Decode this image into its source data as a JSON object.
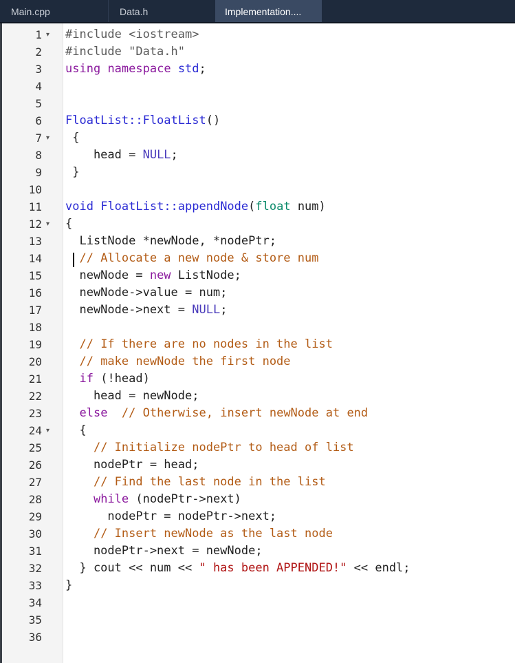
{
  "tabs": [
    {
      "label": "Main.cpp"
    },
    {
      "label": "Data.h"
    },
    {
      "label": "Implementation...."
    }
  ],
  "colors": {
    "tabbar_bg": "#1e2a3c",
    "active_tab_bg": "#3a4a63",
    "keyword": "#8b1a9e",
    "type": "#0a8a6a",
    "function": "#2a2ad4",
    "comment": "#b35c16",
    "string": "#b01414",
    "null_constant": "#4a3bbb"
  },
  "editor": {
    "fold_markers": [
      "▾",
      "▾",
      "▾",
      "▾"
    ],
    "lines": [
      {
        "num": "1",
        "segs": [
          {
            "t": "#include <iostream>",
            "c": "pp"
          }
        ]
      },
      {
        "num": "2",
        "segs": [
          {
            "t": "#include \"Data.h\"",
            "c": "pp"
          }
        ]
      },
      {
        "num": "3",
        "segs": [
          {
            "t": "using",
            "c": "kw"
          },
          {
            "t": " "
          },
          {
            "t": "namespace",
            "c": "kw"
          },
          {
            "t": " "
          },
          {
            "t": "std",
            "c": "fn"
          },
          {
            "t": ";"
          }
        ]
      },
      {
        "num": "4",
        "segs": []
      },
      {
        "num": "5",
        "segs": []
      },
      {
        "num": "6",
        "segs": [
          {
            "t": "FloatList::FloatList",
            "c": "fn"
          },
          {
            "t": "()"
          }
        ]
      },
      {
        "num": "7",
        "segs": [
          {
            "t": " {"
          }
        ]
      },
      {
        "num": "8",
        "segs": [
          {
            "t": "    head = "
          },
          {
            "t": "NULL",
            "c": "nl"
          },
          {
            "t": ";"
          }
        ]
      },
      {
        "num": "9",
        "segs": [
          {
            "t": " }"
          }
        ]
      },
      {
        "num": "10",
        "segs": []
      },
      {
        "num": "11",
        "segs": [
          {
            "t": "void",
            "c": "fn"
          },
          {
            "t": " "
          },
          {
            "t": "FloatList::appendNode",
            "c": "fn"
          },
          {
            "t": "("
          },
          {
            "t": "float",
            "c": "ty"
          },
          {
            "t": " num)"
          }
        ]
      },
      {
        "num": "12",
        "segs": [
          {
            "t": "{"
          }
        ]
      },
      {
        "num": "13",
        "segs": [
          {
            "t": "  ListNode *newNode, *nodePtr;"
          }
        ]
      },
      {
        "num": "14",
        "segs": [
          {
            "t": "  "
          },
          {
            "t": "// Allocate a new node & store num",
            "c": "cm"
          }
        ]
      },
      {
        "num": "15",
        "segs": [
          {
            "t": "  newNode = "
          },
          {
            "t": "new",
            "c": "kw"
          },
          {
            "t": " ListNode;"
          }
        ]
      },
      {
        "num": "16",
        "segs": [
          {
            "t": "  newNode->value = num;"
          }
        ]
      },
      {
        "num": "17",
        "segs": [
          {
            "t": "  newNode->next = "
          },
          {
            "t": "NULL",
            "c": "nl"
          },
          {
            "t": ";"
          }
        ]
      },
      {
        "num": "18",
        "segs": []
      },
      {
        "num": "19",
        "segs": [
          {
            "t": "  "
          },
          {
            "t": "// If there are no nodes in the list",
            "c": "cm"
          }
        ]
      },
      {
        "num": "20",
        "segs": [
          {
            "t": "  "
          },
          {
            "t": "// make newNode the first node",
            "c": "cm"
          }
        ]
      },
      {
        "num": "21",
        "segs": [
          {
            "t": "  "
          },
          {
            "t": "if",
            "c": "kw"
          },
          {
            "t": " (!head)"
          }
        ]
      },
      {
        "num": "22",
        "segs": [
          {
            "t": "    head = newNode;"
          }
        ]
      },
      {
        "num": "23",
        "segs": [
          {
            "t": "  "
          },
          {
            "t": "else",
            "c": "kw"
          },
          {
            "t": "  "
          },
          {
            "t": "// Otherwise, insert newNode at end",
            "c": "cm"
          }
        ]
      },
      {
        "num": "24",
        "segs": [
          {
            "t": "  {"
          }
        ]
      },
      {
        "num": "25",
        "segs": [
          {
            "t": "    "
          },
          {
            "t": "// Initialize nodePtr to head of list",
            "c": "cm"
          }
        ]
      },
      {
        "num": "26",
        "segs": [
          {
            "t": "    nodePtr = head;"
          }
        ]
      },
      {
        "num": "27",
        "segs": [
          {
            "t": "    "
          },
          {
            "t": "// Find the last node in the list",
            "c": "cm"
          }
        ]
      },
      {
        "num": "28",
        "segs": [
          {
            "t": "    "
          },
          {
            "t": "while",
            "c": "kw"
          },
          {
            "t": " (nodePtr->next)"
          }
        ]
      },
      {
        "num": "29",
        "segs": [
          {
            "t": "      nodePtr = nodePtr->next;"
          }
        ]
      },
      {
        "num": "30",
        "segs": [
          {
            "t": "    "
          },
          {
            "t": "// Insert newNode as the last node",
            "c": "cm"
          }
        ]
      },
      {
        "num": "31",
        "segs": [
          {
            "t": "    nodePtr->next = newNode;"
          }
        ]
      },
      {
        "num": "32",
        "segs": [
          {
            "t": "  } cout << num << "
          },
          {
            "t": "\" has been APPENDED!\"",
            "c": "st"
          },
          {
            "t": " << endl;"
          }
        ]
      },
      {
        "num": "33",
        "segs": [
          {
            "t": "}"
          }
        ]
      },
      {
        "num": "34",
        "segs": []
      },
      {
        "num": "35",
        "segs": []
      },
      {
        "num": "36",
        "segs": []
      }
    ]
  }
}
